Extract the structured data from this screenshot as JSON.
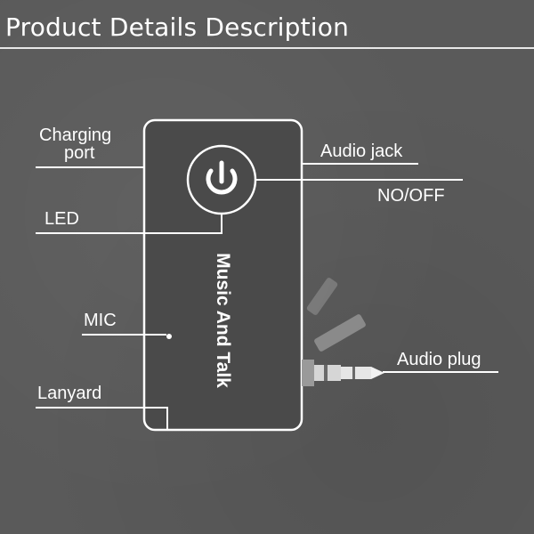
{
  "header": {
    "title": "Product Details Description"
  },
  "device": {
    "text": "Music And Talk"
  },
  "labels": {
    "charging_port_line1": "Charging",
    "charging_port_line2": "port",
    "led": "LED",
    "mic": "MIC",
    "lanyard": "Lanyard",
    "audio_jack": "Audio jack",
    "on_off": "NO/OFF",
    "audio_plug": "Audio plug"
  },
  "colors": {
    "background": "#5a5a5a",
    "lines": "#ffffff",
    "text": "#ffffff"
  }
}
